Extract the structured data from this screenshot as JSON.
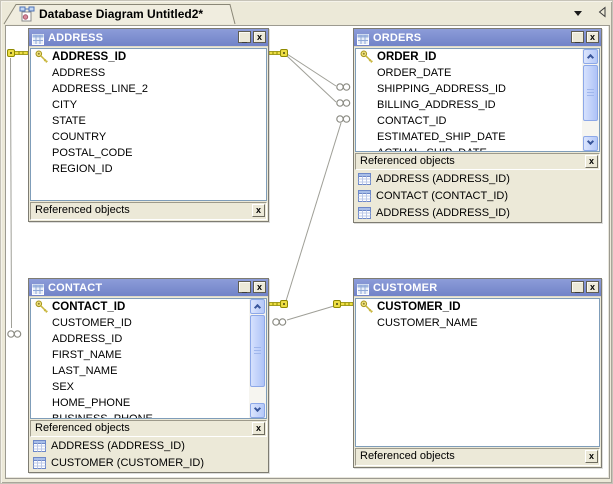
{
  "tab_bar": {
    "tab_label": "Database Diagram Untitled2*"
  },
  "window_controls": {
    "minimize_label": "_",
    "close_label": "x",
    "ref_close_label": "x"
  },
  "entities": {
    "address": {
      "title": "ADDRESS",
      "fields": [
        {
          "name": "ADDRESS_ID",
          "pk": true
        },
        {
          "name": "ADDRESS"
        },
        {
          "name": "ADDRESS_LINE_2"
        },
        {
          "name": "CITY"
        },
        {
          "name": "STATE"
        },
        {
          "name": "COUNTRY"
        },
        {
          "name": "POSTAL_CODE"
        },
        {
          "name": "REGION_ID"
        }
      ],
      "ref_label": "Referenced objects",
      "ref_items": []
    },
    "orders": {
      "title": "ORDERS",
      "fields": [
        {
          "name": "ORDER_ID",
          "pk": true
        },
        {
          "name": "ORDER_DATE"
        },
        {
          "name": "SHIPPING_ADDRESS_ID"
        },
        {
          "name": "BILLING_ADDRESS_ID"
        },
        {
          "name": "CONTACT_ID"
        },
        {
          "name": "ESTIMATED_SHIP_DATE"
        },
        {
          "name": "ACTUAL_SHIP_DATE"
        }
      ],
      "ref_label": "Referenced objects",
      "ref_items": [
        "ADDRESS (ADDRESS_ID)",
        "CONTACT (CONTACT_ID)",
        "ADDRESS (ADDRESS_ID)"
      ]
    },
    "contact": {
      "title": "CONTACT",
      "fields": [
        {
          "name": "CONTACT_ID",
          "pk": true
        },
        {
          "name": "CUSTOMER_ID"
        },
        {
          "name": "ADDRESS_ID"
        },
        {
          "name": "FIRST_NAME"
        },
        {
          "name": "LAST_NAME"
        },
        {
          "name": "SEX"
        },
        {
          "name": "HOME_PHONE"
        },
        {
          "name": "BUSINESS_PHONE"
        }
      ],
      "ref_label": "Referenced objects",
      "ref_items": [
        "ADDRESS (ADDRESS_ID)",
        "CUSTOMER (CUSTOMER_ID)"
      ]
    },
    "customer": {
      "title": "CUSTOMER",
      "fields": [
        {
          "name": "CUSTOMER_ID",
          "pk": true
        },
        {
          "name": "CUSTOMER_NAME"
        }
      ],
      "ref_label": "Referenced objects",
      "ref_items": []
    }
  },
  "relationships": [
    {
      "from": "CONTACT.ADDRESS_ID",
      "to": "ADDRESS.ADDRESS_ID"
    },
    {
      "from": "ORDERS.SHIPPING_ADDRESS_ID",
      "to": "ADDRESS.ADDRESS_ID"
    },
    {
      "from": "ORDERS.BILLING_ADDRESS_ID",
      "to": "ADDRESS.ADDRESS_ID"
    },
    {
      "from": "ORDERS.CONTACT_ID",
      "to": "CONTACT.CONTACT_ID"
    },
    {
      "from": "CONTACT.CUSTOMER_ID",
      "to": "CUSTOMER.CUSTOMER_ID"
    }
  ],
  "colors": {
    "titlebar_blue": "#7D90D2",
    "panel_beige": "#ECE9D8",
    "canvas_white": "#FFFFFF",
    "body_border_blue": "#7F9DB9",
    "connector_gray": "#9F9F97",
    "key_gold": "#EDDE45"
  }
}
